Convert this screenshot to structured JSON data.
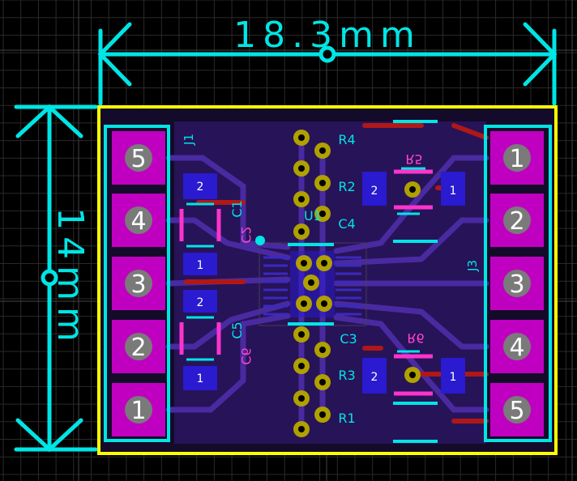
{
  "dimensions": {
    "width_label": "18.3mm",
    "height_label": "14mm"
  },
  "connectors": {
    "left": {
      "designator": "J1",
      "pins": [
        "5",
        "4",
        "3",
        "2",
        "1"
      ]
    },
    "right": {
      "designator": "J3",
      "pins": [
        "1",
        "2",
        "3",
        "4",
        "5"
      ]
    }
  },
  "components": {
    "u1": "U1",
    "r4": "R4",
    "r2": "R2",
    "c4": "C4",
    "c3": "C3",
    "r3": "R3",
    "r1": "R1",
    "c1": "C1",
    "c2": "C2",
    "c5": "C5",
    "c6": "C6",
    "r5": "R5",
    "r6": "R6"
  },
  "pads": {
    "c2_top": "2",
    "c2_bottom": "1",
    "c6_top": "2",
    "c6_bottom": "1",
    "r5_left": "2",
    "r5_right": "1",
    "r6_left": "2",
    "r6_right": "1"
  },
  "colors": {
    "background": "#000000",
    "board_outline": "#ffff00",
    "dimension": "#00e5e5",
    "silkscreen": "#00e5e5",
    "top_pad": "#c000c0",
    "via": "#b0a000",
    "bottom_copper": "#3a1a8a",
    "top_copper": "#cc2222",
    "smd_pad_blue": "#2a1ad0",
    "bottom_silk": "#ff44cc"
  }
}
